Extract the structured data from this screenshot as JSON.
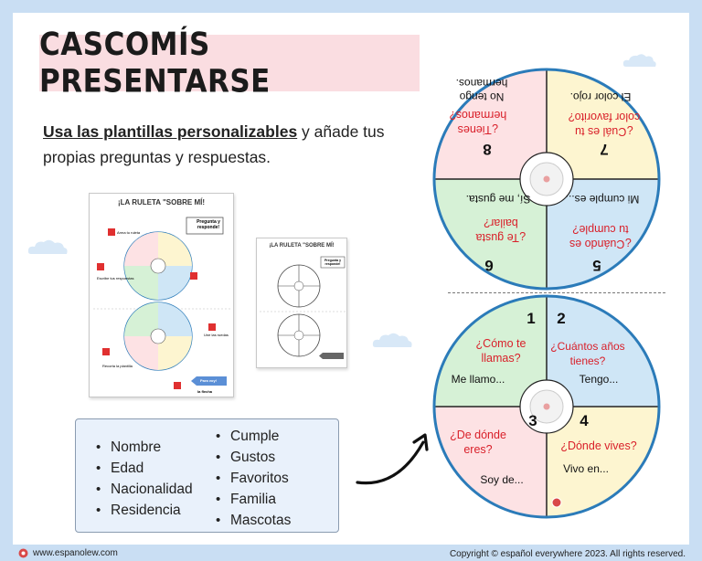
{
  "title": "CASCOMÍS PRESENTARSE",
  "intro": {
    "bold": "Usa las plantillas personalizables",
    "rest": " y añade tus propias preguntas y respuestas."
  },
  "thumb1": {
    "title": "¡LA RULETA \"SOBRE MÍ!",
    "box": "Pregunta y responde!",
    "label1": "Arma tu ruleta",
    "label2": "Escribe tus respuestas",
    "label3": "Recorta la plantilla",
    "label4": "Une las ruedas",
    "label5": "Para voy!",
    "label6": "la flecha"
  },
  "thumb2": {
    "title": "¡LA RULETA \"SOBRE MÍ!",
    "box": "Pregunta y responde!"
  },
  "list_left": [
    "Nombre",
    "Edad",
    "Nacionalidad",
    "Residencia"
  ],
  "list_right": [
    "Cumple",
    "Gustos",
    "Favoritos",
    "Familia",
    "Mascotas"
  ],
  "top_wheel": {
    "q6": "¿Te gusta bailar?",
    "a6": "Sí, me gusta.",
    "q5": "¿Cuándo es tu cumple?",
    "a5": "Mi cumple es...",
    "q8": "¿Tienes hermanos?",
    "a8": "No tengo hermanos.",
    "q7": "¿Cuál es tu color favorito?",
    "a7": "El color rojo."
  },
  "bottom_wheel": {
    "q1": "¿Cómo te llamas?",
    "a1": "Me llamo...",
    "q2": "¿Cuántos años tienes?",
    "a2": "Tengo...",
    "q3": "¿De dónde eres?",
    "a3": "Soy de...",
    "q4": "¿Dónde vives?",
    "a4": "Vivo en..."
  },
  "numbers": [
    "1",
    "2",
    "3",
    "4",
    "5",
    "6",
    "7",
    "8"
  ],
  "footer": {
    "website": "www.espanolew.com",
    "copyright": "Copyright © español everywhere 2023. All rights reserved."
  },
  "colors": {
    "pink": "#fde2e4",
    "yellow": "#fdf5d0",
    "blue": "#cfe6f6",
    "green": "#d6f1d6",
    "question_red": "#d9202a",
    "title_bg": "#fadde1",
    "page_bg": "#c9def3"
  }
}
